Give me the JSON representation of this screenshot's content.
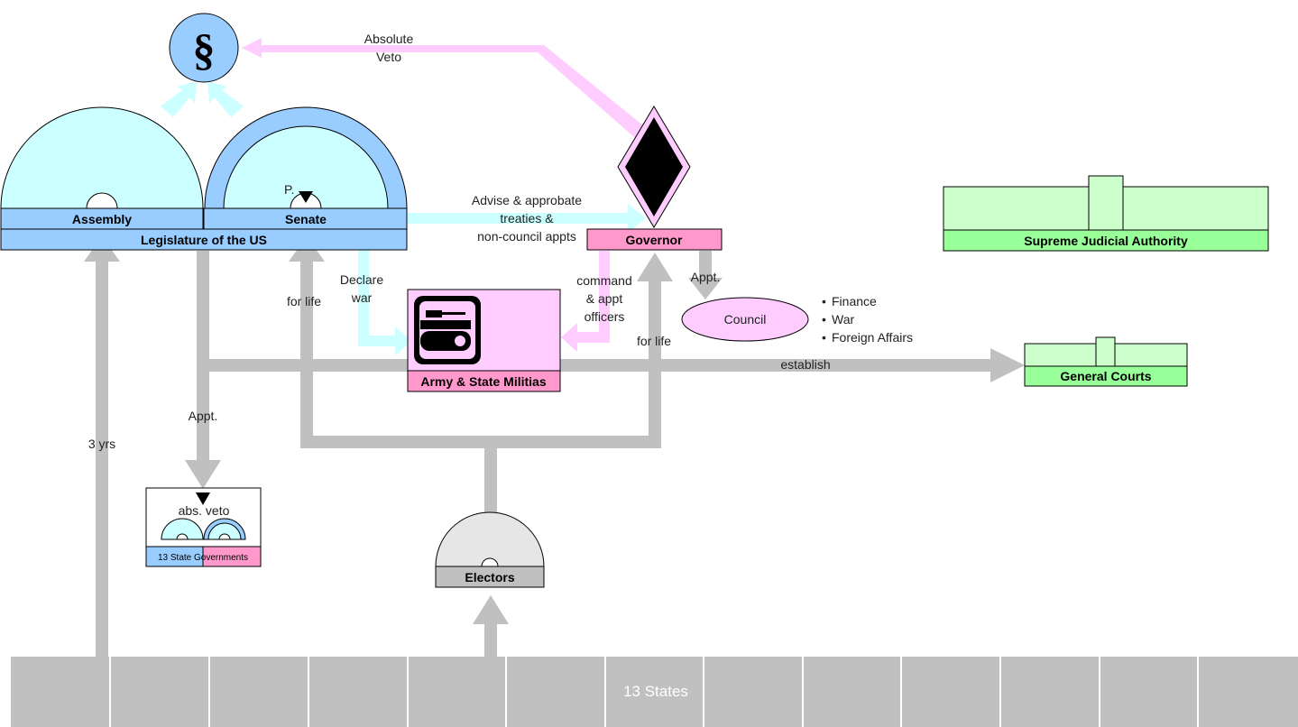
{
  "labels": {
    "absolute_veto_1": "Absolute",
    "absolute_veto_2": "Veto",
    "assembly": "Assembly",
    "senate": "Senate",
    "senate_president": "P.",
    "legislature": "Legislature of the US",
    "advise_1": "Advise & approbate",
    "advise_2": "treaties &",
    "advise_3": "non-council appts",
    "governor": "Governor",
    "supreme_court": "Supreme Judicial Authority",
    "declare_1": "Declare",
    "declare_2": "war",
    "for_life_senate": "for life",
    "command_1": "command",
    "command_2": "& appt",
    "command_3": "officers",
    "appt_council": "Appt.",
    "council": "Council",
    "council_bullets": [
      "Finance",
      "War",
      "Foreign Affairs"
    ],
    "for_life_governor": "for life",
    "army": "Army & State Militias",
    "establish": "establish",
    "general_courts": "General Courts",
    "appt_states": "Appt.",
    "three_years": "3 yrs",
    "abs_veto": "abs. veto",
    "state_governments": "13 State Governments",
    "electors": "Electors",
    "states": "13 States",
    "section_symbol": "§"
  },
  "colors": {
    "legislature_fill": "#ccffff",
    "legislature_bar": "#99ccff",
    "senate_ring": "#99ccff",
    "veto_pink": "#ffccff",
    "governor_bar": "#ff99cc",
    "court_fill": "#ccffcc",
    "court_bar": "#99ff99",
    "grey_arrow": "#c0c0c0",
    "electors_fill": "#e6e6e6"
  }
}
